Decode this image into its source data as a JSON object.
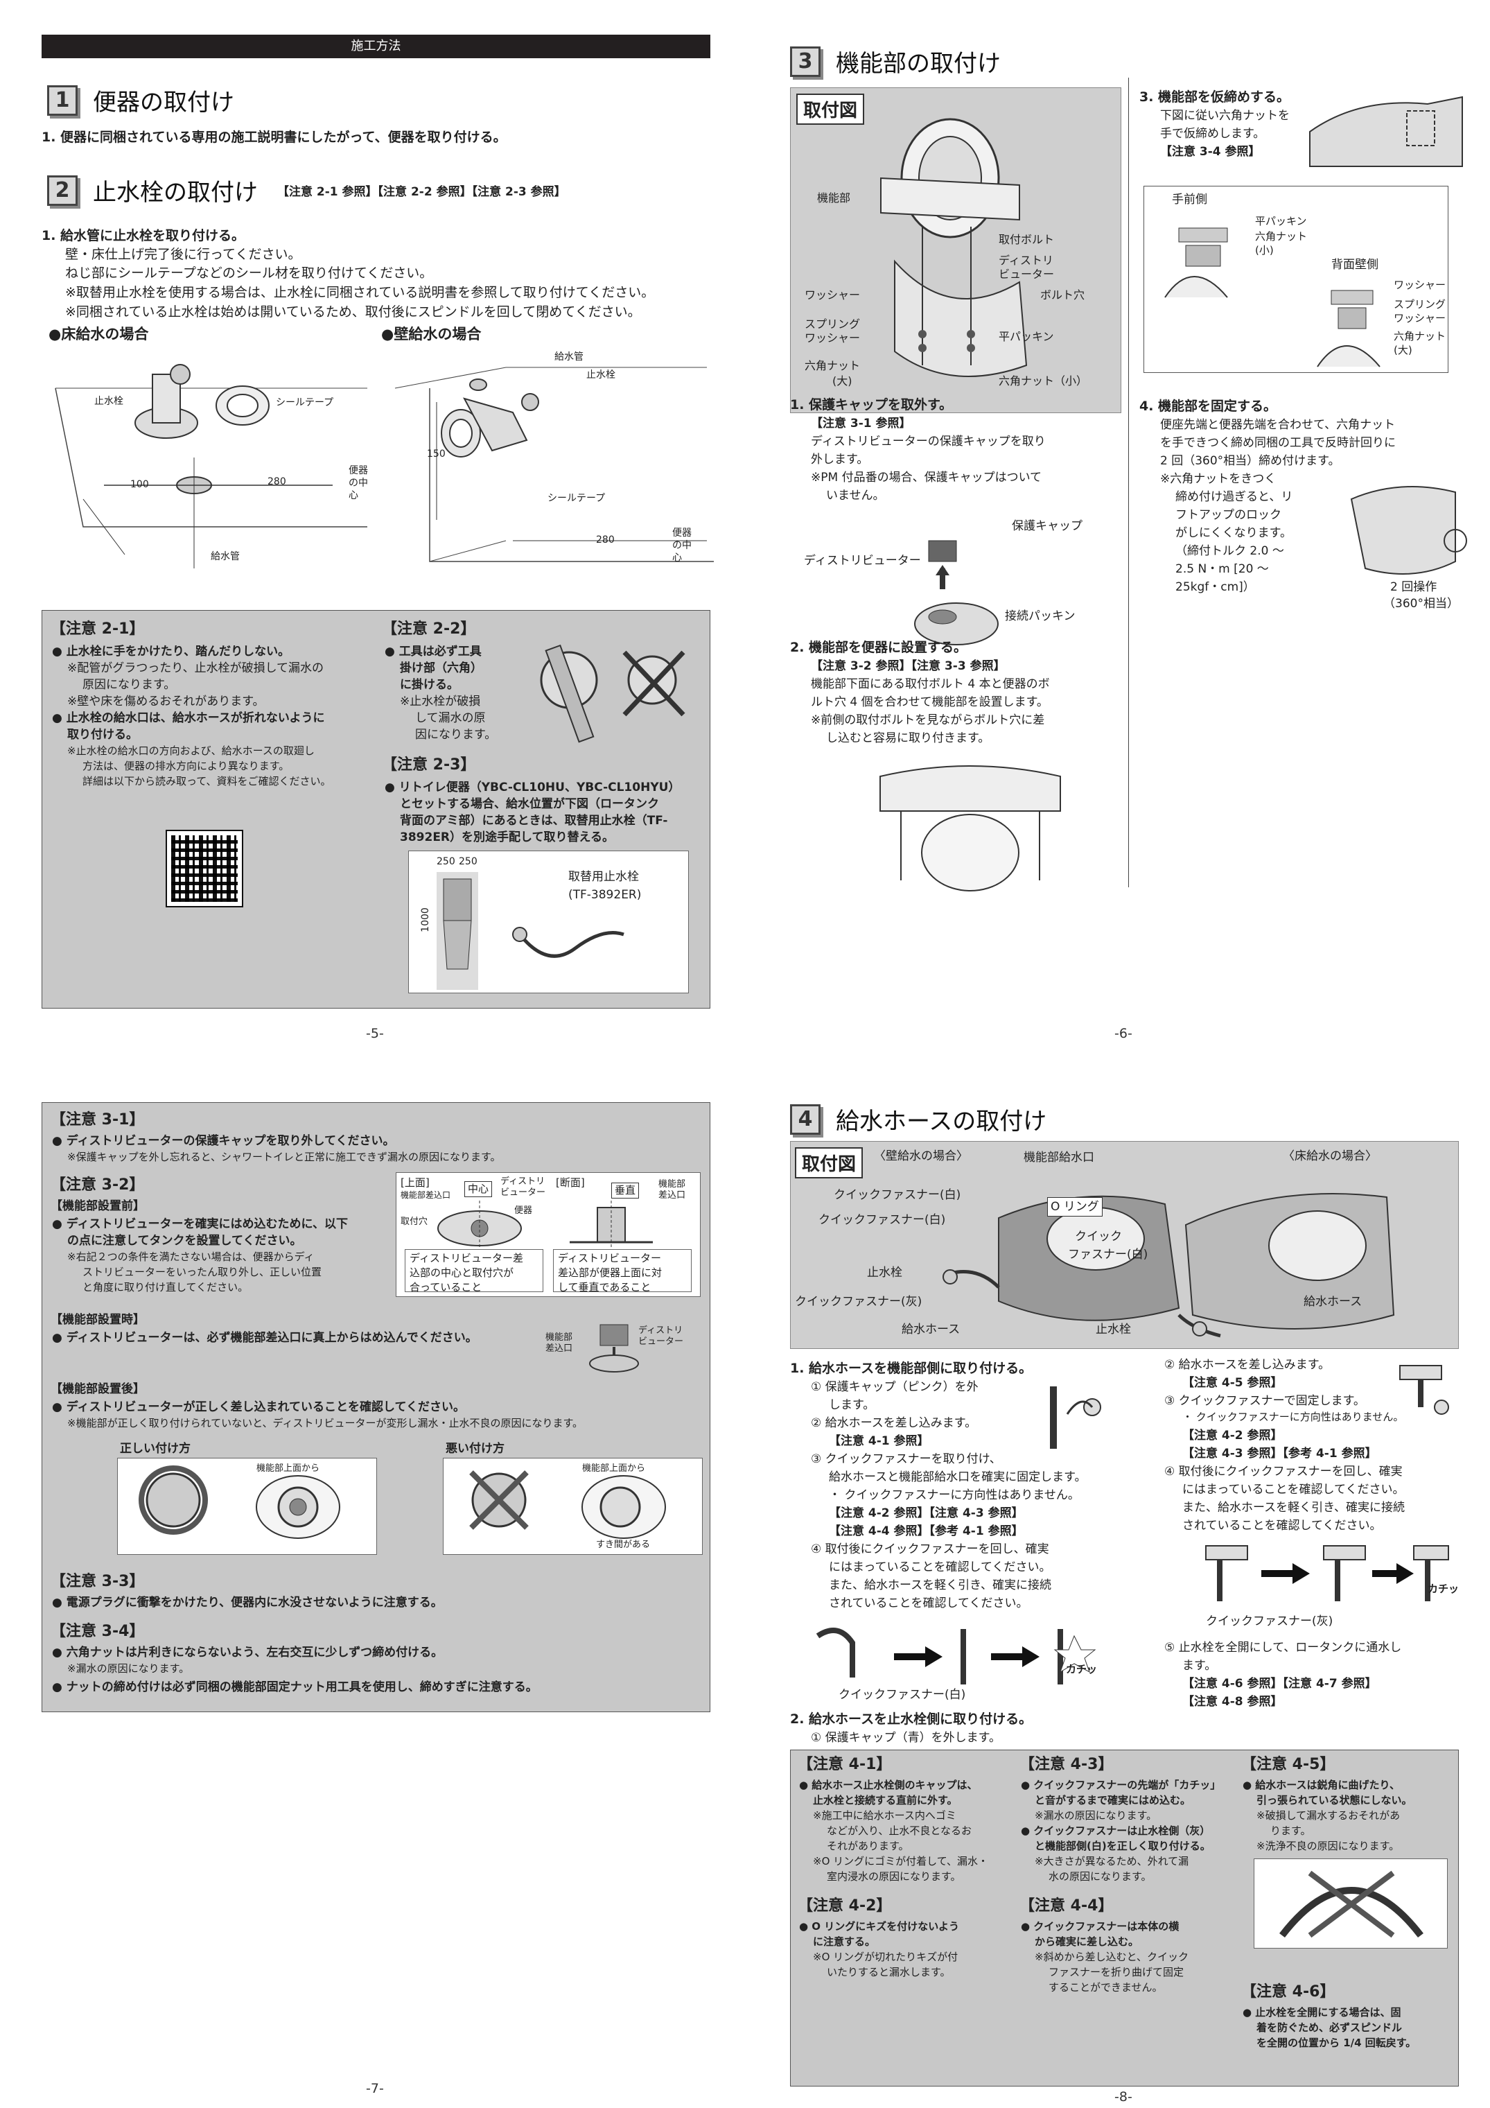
{
  "p5": {
    "bar": "施工方法",
    "s1": {
      "num": "1",
      "title": "便器の取付け",
      "l1": "1. 便器に同梱されている専用の施工説明書にしたがって、便器を取り付ける。"
    },
    "s2": {
      "num": "2",
      "title": "止水栓の取付け",
      "refs": "【注意 2-1 参照】【注意 2-2 参照】【注意 2-3 参照】",
      "l1": "1. 給水管に止水栓を取り付ける。",
      "l2": "壁・床仕上げ完了後に行ってください。",
      "l3": "ねじ部にシールテープなどのシール材を取り付けてください。",
      "l4": "※取替用止水栓を使用する場合は、止水栓に同梱されている説明書を参照して取り付けてください。",
      "l5": "※同梱されている止水栓は始めは開いているため、取付後にスピンドルを回して閉めてください。"
    },
    "floor": {
      "title": "●床給水の場合",
      "stop": "止水栓",
      "tape": "シールテープ",
      "d100": "100",
      "d280": "280",
      "center": "便器の中心",
      "pipe": "給水管"
    },
    "wall": {
      "title": "●壁給水の場合",
      "pipe": "給水管",
      "stop": "止水栓",
      "d150": "150",
      "tape": "シールテープ",
      "d280": "280",
      "center": "便器の中心"
    },
    "n21": {
      "h": "【注意 2-1】",
      "a": "● 止水栓に手をかけたり、踏んだりしない。",
      "a1": "※配管がグラつったり、止水栓が破損して漏水の",
      "a2": "原因になります。",
      "a3": "※壁や床を傷めるおそれがあります。",
      "b": "● 止水栓の給水口は、給水ホースが折れないように",
      "b0": "取り付ける。",
      "b1": "※止水栓の給水口の方向および、給水ホースの取廻し",
      "b2": "方法は、便器の排水方向により異なります。",
      "b3": "詳細は以下から読み取って、資料をご確認ください。"
    },
    "n22": {
      "h": "【注意 2-2】",
      "a": "● 工具は必ず工具",
      "a1": "掛け部（六角）",
      "a2": "に掛ける。",
      "a3": "※止水栓が破損",
      "a4": "して漏水の原",
      "a5": "因になります。"
    },
    "n23": {
      "h": "【注意 2-3】",
      "a": "● リトイレ便器（YBC-CL10HU、YBC-CL10HYU）",
      "a1": "とセットする場合、給水位置が下図（ロータンク",
      "a2": "背面のアミ部）にあるときは、取替用止水栓（TF-",
      "a3": "3892ER）を別途手配して取り替える。",
      "d250a": "250",
      "d250b": "250",
      "d1000": "1000",
      "part": "取替用止水栓",
      "model": "(TF-3892ER)"
    },
    "pn": "-5-"
  },
  "p6": {
    "s3": {
      "num": "3",
      "title": "機能部の取付け"
    },
    "tag": "取付図",
    "dg": {
      "unit": "機能部",
      "bolt": "取付ボルト",
      "dist": "ディストリ",
      "dist2": "ビューター",
      "washer": "ワッシャー",
      "hole": "ボルト穴",
      "spring": "スプリング",
      "spring2": "ワッシャー",
      "packing": "平パッキン",
      "nut": "六角ナット",
      "nut2": "(大)",
      "nuts": "六角ナット（小）"
    },
    "st1": {
      "h": "1. 保護キャップを取外す。",
      "r": "【注意 3-1 参照】",
      "l1": "ディストリビューターの保護キャップを取り",
      "l2": "外します。",
      "l3": "※PM 付品番の場合、保護キャップはついて",
      "l4": "いません。",
      "cap": "保護キャップ",
      "distr": "ディストリビューター",
      "jp": "接続パッキン"
    },
    "st2": {
      "h": "2. 機能部を便器に設置する。",
      "r": "【注意 3-2 参照】【注意 3-3 参照】",
      "l1": "機能部下面にある取付ボルト 4 本と便器のボ",
      "l2": "ルト穴 4 個を合わせて機能部を設置します。",
      "l3": "※前側の取付ボルトを見ながらボルト穴に差",
      "l4": "し込むと容易に取り付きます。"
    },
    "st3": {
      "h": "3. 機能部を仮締めする。",
      "l1": "下図に従い六角ナットを",
      "l2": "手で仮締めします。",
      "r": "【注意 3-4 参照】",
      "front": "手前側",
      "pk": "平パッキン",
      "nut": "六角ナット",
      "nut2": "(小)",
      "back": "背面壁側",
      "w": "ワッシャー",
      "sw": "スプリング",
      "sw2": "ワッシャー",
      "nb": "六角ナット",
      "nb2": "(大)"
    },
    "st4": {
      "h": "4. 機能部を固定する。",
      "l1": "便座先端と便器先端を合わせて、六角ナット",
      "l2": "を手できつく締め同梱の工具で反時計回りに",
      "l3": "2 回（360°相当）締め付けます。",
      "l4": "※六角ナットをきつく",
      "l5": "締め付け過ぎると、リ",
      "l6": "フトアップのロック",
      "l7": "がしにくくなります。",
      "l8": "（締付トルク 2.0 〜",
      "l9": "2.5 N・m [20 〜",
      "l10": "25kgf・cm]）",
      "op": "2 回操作",
      "op2": "（360°相当）"
    },
    "pn": "-6-"
  },
  "p7": {
    "n31": {
      "h": "【注意 3-1】",
      "a": "● ディストリビューターの保護キャップを取り外してください。",
      "a1": "※保護キャップを外し忘れると、シャワートイレと正常に施工できず漏水の原因になります。"
    },
    "n32": {
      "h": "【注意 3-2】",
      "sub1": "【機能部設置前】",
      "a": "● ディストリビューターを確実にはめ込むために、以下",
      "a0": "の点に注意してタンクを設置してください。",
      "a1": "※右記２つの条件を満たさない場合は、便器からディ",
      "a2": "ストリビューターをいったん取り外し、正しい位置",
      "a3": "と角度に取り付け直してください。",
      "top": "[上面]",
      "top2": "機能部差込口",
      "center": "中心",
      "dist": "ディストリ",
      "dist2": "ビューター",
      "bowl": "便器",
      "hole": "取付穴",
      "sec": "[断面]",
      "vert": "垂直",
      "ins": "機能部",
      "ins2": "差込口",
      "c1": "ディストリビューター差",
      "c2": "込部の中心と取付穴が",
      "c3": "合っていること",
      "c4": "ディストリビューター",
      "c5": "差込部が便器上面に対",
      "c6": "して垂直であること",
      "sub2": "【機能部設置時】",
      "b": "● ディストリビューターは、必ず機能部差込口に真上からはめ込んでください。",
      "bi": "機能部",
      "bi2": "差込口",
      "bd": "ディストリ",
      "bd2": "ビューター",
      "sub3": "【機能部設置後】",
      "c": "● ディストリビューターが正しく差し込まれていることを確認してください。",
      "c1b": "※機能部が正しく取り付けられていないと、ディストリビューターが変形し漏水・止水不良の原因になります。",
      "good": "正しい付け方",
      "bad": "悪い付け方",
      "from": "機能部上面から",
      "from2": "機能部上面から",
      "gap": "すき間がある"
    },
    "n33": {
      "h": "【注意 3-3】",
      "a": "● 電源プラグに衝撃をかけたり、便器内に水没させないように注意する。"
    },
    "n34": {
      "h": "【注意 3-4】",
      "a": "● 六角ナットは片利きにならないよう、左右交互に少しずつ締め付ける。",
      "a1": "※漏水の原因になります。",
      "b": "● ナットの締め付けは必ず同梱の機能部固定ナット用工具を使用し、締めすぎに注意する。"
    },
    "pn": "-7-"
  },
  "p8": {
    "s4": {
      "num": "4",
      "title": "給水ホースの取付け"
    },
    "tag": "取付図",
    "dg": {
      "wallcase": "〈壁給水の場合〉",
      "floorcase": "〈床給水の場合〉",
      "port": "機能部給水口",
      "qw1": "クイックファスナー(白)",
      "qw2": "クイックファスナー(白)",
      "oring": "O リング",
      "quick": "クイック",
      "quick2": "ファスナー(白)",
      "stop": "止水栓",
      "qg": "クイックファスナー(灰)",
      "hose": "給水ホース",
      "stop2": "止水栓",
      "hose2": "給水ホース"
    },
    "st1": {
      "h": "1. 給水ホースを機能部側に取り付ける。",
      "l1": "① 保護キャップ（ピンク）を外",
      "l2": "します。",
      "l3": "② 給水ホースを差し込みます。",
      "r1": "【注意 4-1 参照】",
      "l4": "③ クイックファスナーを取り付け、",
      "l5": "給水ホースと機能部給水口を確実に固定します。",
      "l6": "・ クイックファスナーに方向性はありません。",
      "r2": "【注意 4-2 参照】【注意 4-3 参照】",
      "r3": "【注意 4-4 参照】【参考 4-1 参照】",
      "l7": "④ 取付後にクイックファスナーを回し、確実",
      "l8": "にはまっていることを確認してください。",
      "l9": "また、給水ホースを軽く引き、確実に接続",
      "l10": "されていることを確認してください。",
      "qw": "クイックファスナー(白)",
      "click": "カチッ"
    },
    "st2": {
      "h": "2. 給水ホースを止水栓側に取り付ける。",
      "l1": "① 保護キャップ（青）を外します。"
    },
    "rc": {
      "l1": "② 給水ホースを差し込みます。",
      "r1": "【注意 4-5 参照】",
      "l2": "③ クイックファスナーで固定します。",
      "l3": "・ クイックファスナーに方向性はありません。",
      "r2": "【注意 4-2 参照】",
      "r3": "【注意 4-3 参照】【参考 4-1 参照】",
      "l4": "④ 取付後にクイックファスナーを回し、確実",
      "l5": "にはまっていることを確認してください。",
      "l6": "また、給水ホースを軽く引き、確実に接続",
      "l7": "されていることを確認してください。",
      "qg": "クイックファスナー(灰)",
      "click": "カチッ",
      "l8": "⑤ 止水栓を全開にして、ロータンクに通水し",
      "l9": "ます。",
      "r4": "【注意 4-6 参照】【注意 4-7 参照】",
      "r5": "【注意 4-8 参照】"
    },
    "n41": {
      "h": "【注意 4-1】",
      "a": "● 給水ホース止水栓側のキャップは、",
      "a0": "止水栓と接続する直前に外す。",
      "a1": "※施工中に給水ホース内へゴミ",
      "a2": "などが入り、止水不良となるお",
      "a3": "それがあります。",
      "a4": "※O リングにゴミが付着して、漏水・",
      "a5": "室内浸水の原因になります。"
    },
    "n42": {
      "h": "【注意 4-2】",
      "a": "● O リングにキズを付けないよう",
      "a0": "に注意する。",
      "a1": "※O リングが切れたりキズが付",
      "a2": "いたりすると漏水します。"
    },
    "n43": {
      "h": "【注意 4-3】",
      "a": "● クイックファスナーの先端が「カチッ」",
      "a0": "と音がするまで確実にはめ込む。",
      "a1": "※漏水の原因になります。",
      "b": "● クイックファスナーは止水栓側（灰）",
      "b0": "と機能部側(白)を正しく取り付ける。",
      "b1": "※大きさが異なるため、外れて漏",
      "b2": "水の原因になります。"
    },
    "n44": {
      "h": "【注意 4-4】",
      "a": "● クイックファスナーは本体の横",
      "a0": "から確実に差し込む。",
      "a1": "※斜めから差し込むと、クイック",
      "a2": "ファスナーを折り曲げて固定",
      "a3": "することができません。"
    },
    "n45": {
      "h": "【注意 4-5】",
      "a": "● 給水ホースは鋭角に曲げたり、",
      "a0": "引っ張られている状態にしない。",
      "a1": "※破損して漏水するおそれがあ",
      "a2": "ります。",
      "a3": "※洗浄不良の原因になります。"
    },
    "n46": {
      "h": "【注意 4-6】",
      "a": "● 止水栓を全開にする場合は、固",
      "a0": "着を防ぐため、必ずスピンドル",
      "a1": "を全開の位置から 1/4 回転戻す。"
    },
    "pn": "-8-"
  }
}
